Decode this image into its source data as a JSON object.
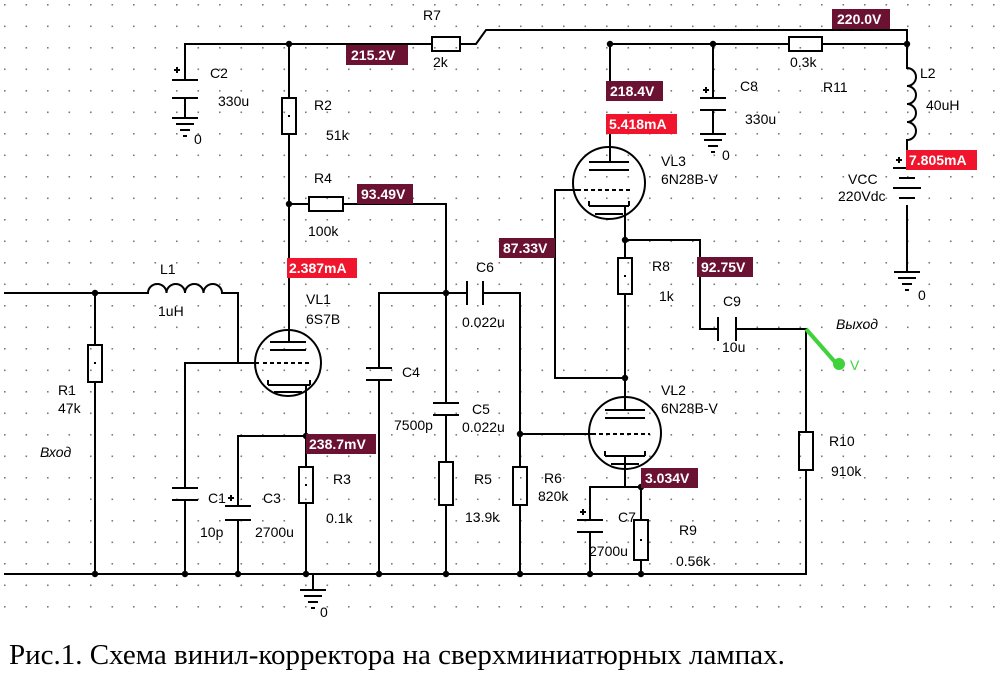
{
  "caption": "Рис.1. Схема винил-корректора на сверхминиатюрных лампах.",
  "labels": {
    "input": "Вход",
    "output": "Выход",
    "probe": "V",
    "ground": "0"
  },
  "components": {
    "R1": {
      "name": "R1",
      "value": "47k"
    },
    "R2": {
      "name": "R2",
      "value": "51k"
    },
    "R3": {
      "name": "R3",
      "value": "0.1k"
    },
    "R4": {
      "name": "R4",
      "value": "100k"
    },
    "R5": {
      "name": "R5",
      "value": "13.9k"
    },
    "R6": {
      "name": "R6",
      "value": "820k"
    },
    "R7": {
      "name": "R7",
      "value": "2k"
    },
    "R8": {
      "name": "R8",
      "value": "1k"
    },
    "R9": {
      "name": "R9",
      "value": "0.56k"
    },
    "R10": {
      "name": "R10",
      "value": "910k"
    },
    "R11": {
      "name": "R11",
      "value": "0.3k"
    },
    "C1": {
      "name": "C1",
      "value": "10p"
    },
    "C2": {
      "name": "C2",
      "value": "330u"
    },
    "C3": {
      "name": "C3",
      "value": "2700u"
    },
    "C4": {
      "name": "C4",
      "value": "7500p"
    },
    "C5": {
      "name": "C5",
      "value": "0.022u"
    },
    "C6": {
      "name": "C6",
      "value": "0.022u"
    },
    "C7": {
      "name": "C7",
      "value": "2700u"
    },
    "C8": {
      "name": "C8",
      "value": "330u"
    },
    "C9": {
      "name": "C9",
      "value": "10u"
    },
    "L1": {
      "name": "L1",
      "value": "1uH"
    },
    "L2": {
      "name": "L2",
      "value": "40uH"
    },
    "VL1": {
      "name": "VL1",
      "value": "6S7B"
    },
    "VL2": {
      "name": "VL2",
      "value": "6N28B-V"
    },
    "VL3": {
      "name": "VL3",
      "value": "6N28B-V"
    },
    "VCC": {
      "name": "VCC",
      "value": "220Vdc"
    }
  },
  "measurements": {
    "v_220_0": "220.0V",
    "v_215_2": "215.2V",
    "v_218_4": "218.4V",
    "i_5_418": "5.418mA",
    "i_7_805": "7.805mA",
    "v_93_49": "93.49V",
    "i_2_387": "2.387mA",
    "v_87_33": "87.33V",
    "v_92_75": "92.75V",
    "v_238_7": "238.7mV",
    "v_3_034": "3.034V"
  },
  "colors": {
    "voltage_tag": "#6b1233",
    "current_tag": "#f0142d",
    "probe": "#3fd23a"
  }
}
